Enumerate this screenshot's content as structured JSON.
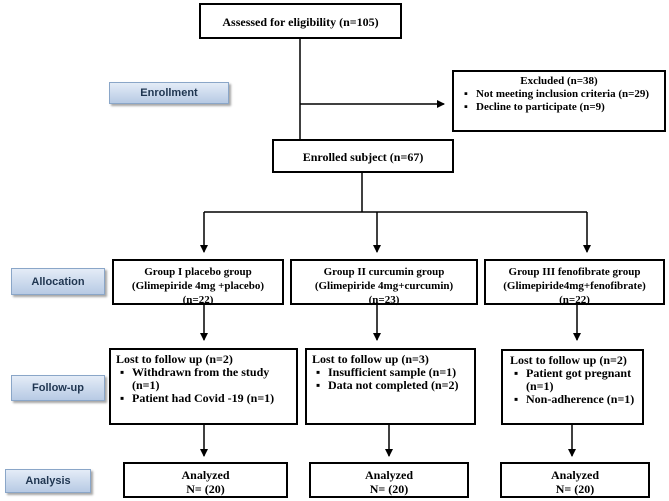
{
  "assessed": "Assessed for eligibility (n=105)",
  "stages": {
    "enrollment": "Enrollment",
    "allocation": "Allocation",
    "followup": "Follow-up",
    "analysis": "Analysis"
  },
  "excluded": {
    "title": "Excluded (n=38)",
    "items": [
      "Not meeting inclusion criteria (n=29)",
      "Decline to participate (n=9)"
    ]
  },
  "enrolled": "Enrolled subject (n=67)",
  "groups": [
    {
      "alloc_line1": "Group I placebo group",
      "alloc_line2": "(Glimepiride 4mg +placebo)",
      "alloc_line3": "(n=22)",
      "lost_title": "Lost to follow up (n=2)",
      "lost_items": [
        "Withdrawn from the study (n=1)",
        "Patient had Covid -19 (n=1)"
      ],
      "analyzed_line1": "Analyzed",
      "analyzed_line2": "N= (20)"
    },
    {
      "alloc_line1": "Group II curcumin group",
      "alloc_line2": "(Glimepiride 4mg+curcumin)",
      "alloc_line3": "(n=23)",
      "lost_title": "Lost to follow up (n=3)",
      "lost_items": [
        "Insufficient sample (n=1)",
        "Data not completed (n=2)"
      ],
      "analyzed_line1": "Analyzed",
      "analyzed_line2": "N= (20)"
    },
    {
      "alloc_line1": "Group III fenofibrate group",
      "alloc_line2": "(Glimepiride4mg+fenofibrate)",
      "alloc_line3": "(n=22)",
      "lost_title": "Lost to follow up (n=2)",
      "lost_items": [
        "Patient got pregnant (n=1)",
        "Non-adherence (n=1)"
      ],
      "analyzed_line1": "Analyzed",
      "analyzed_line2": "N= (20)"
    }
  ]
}
